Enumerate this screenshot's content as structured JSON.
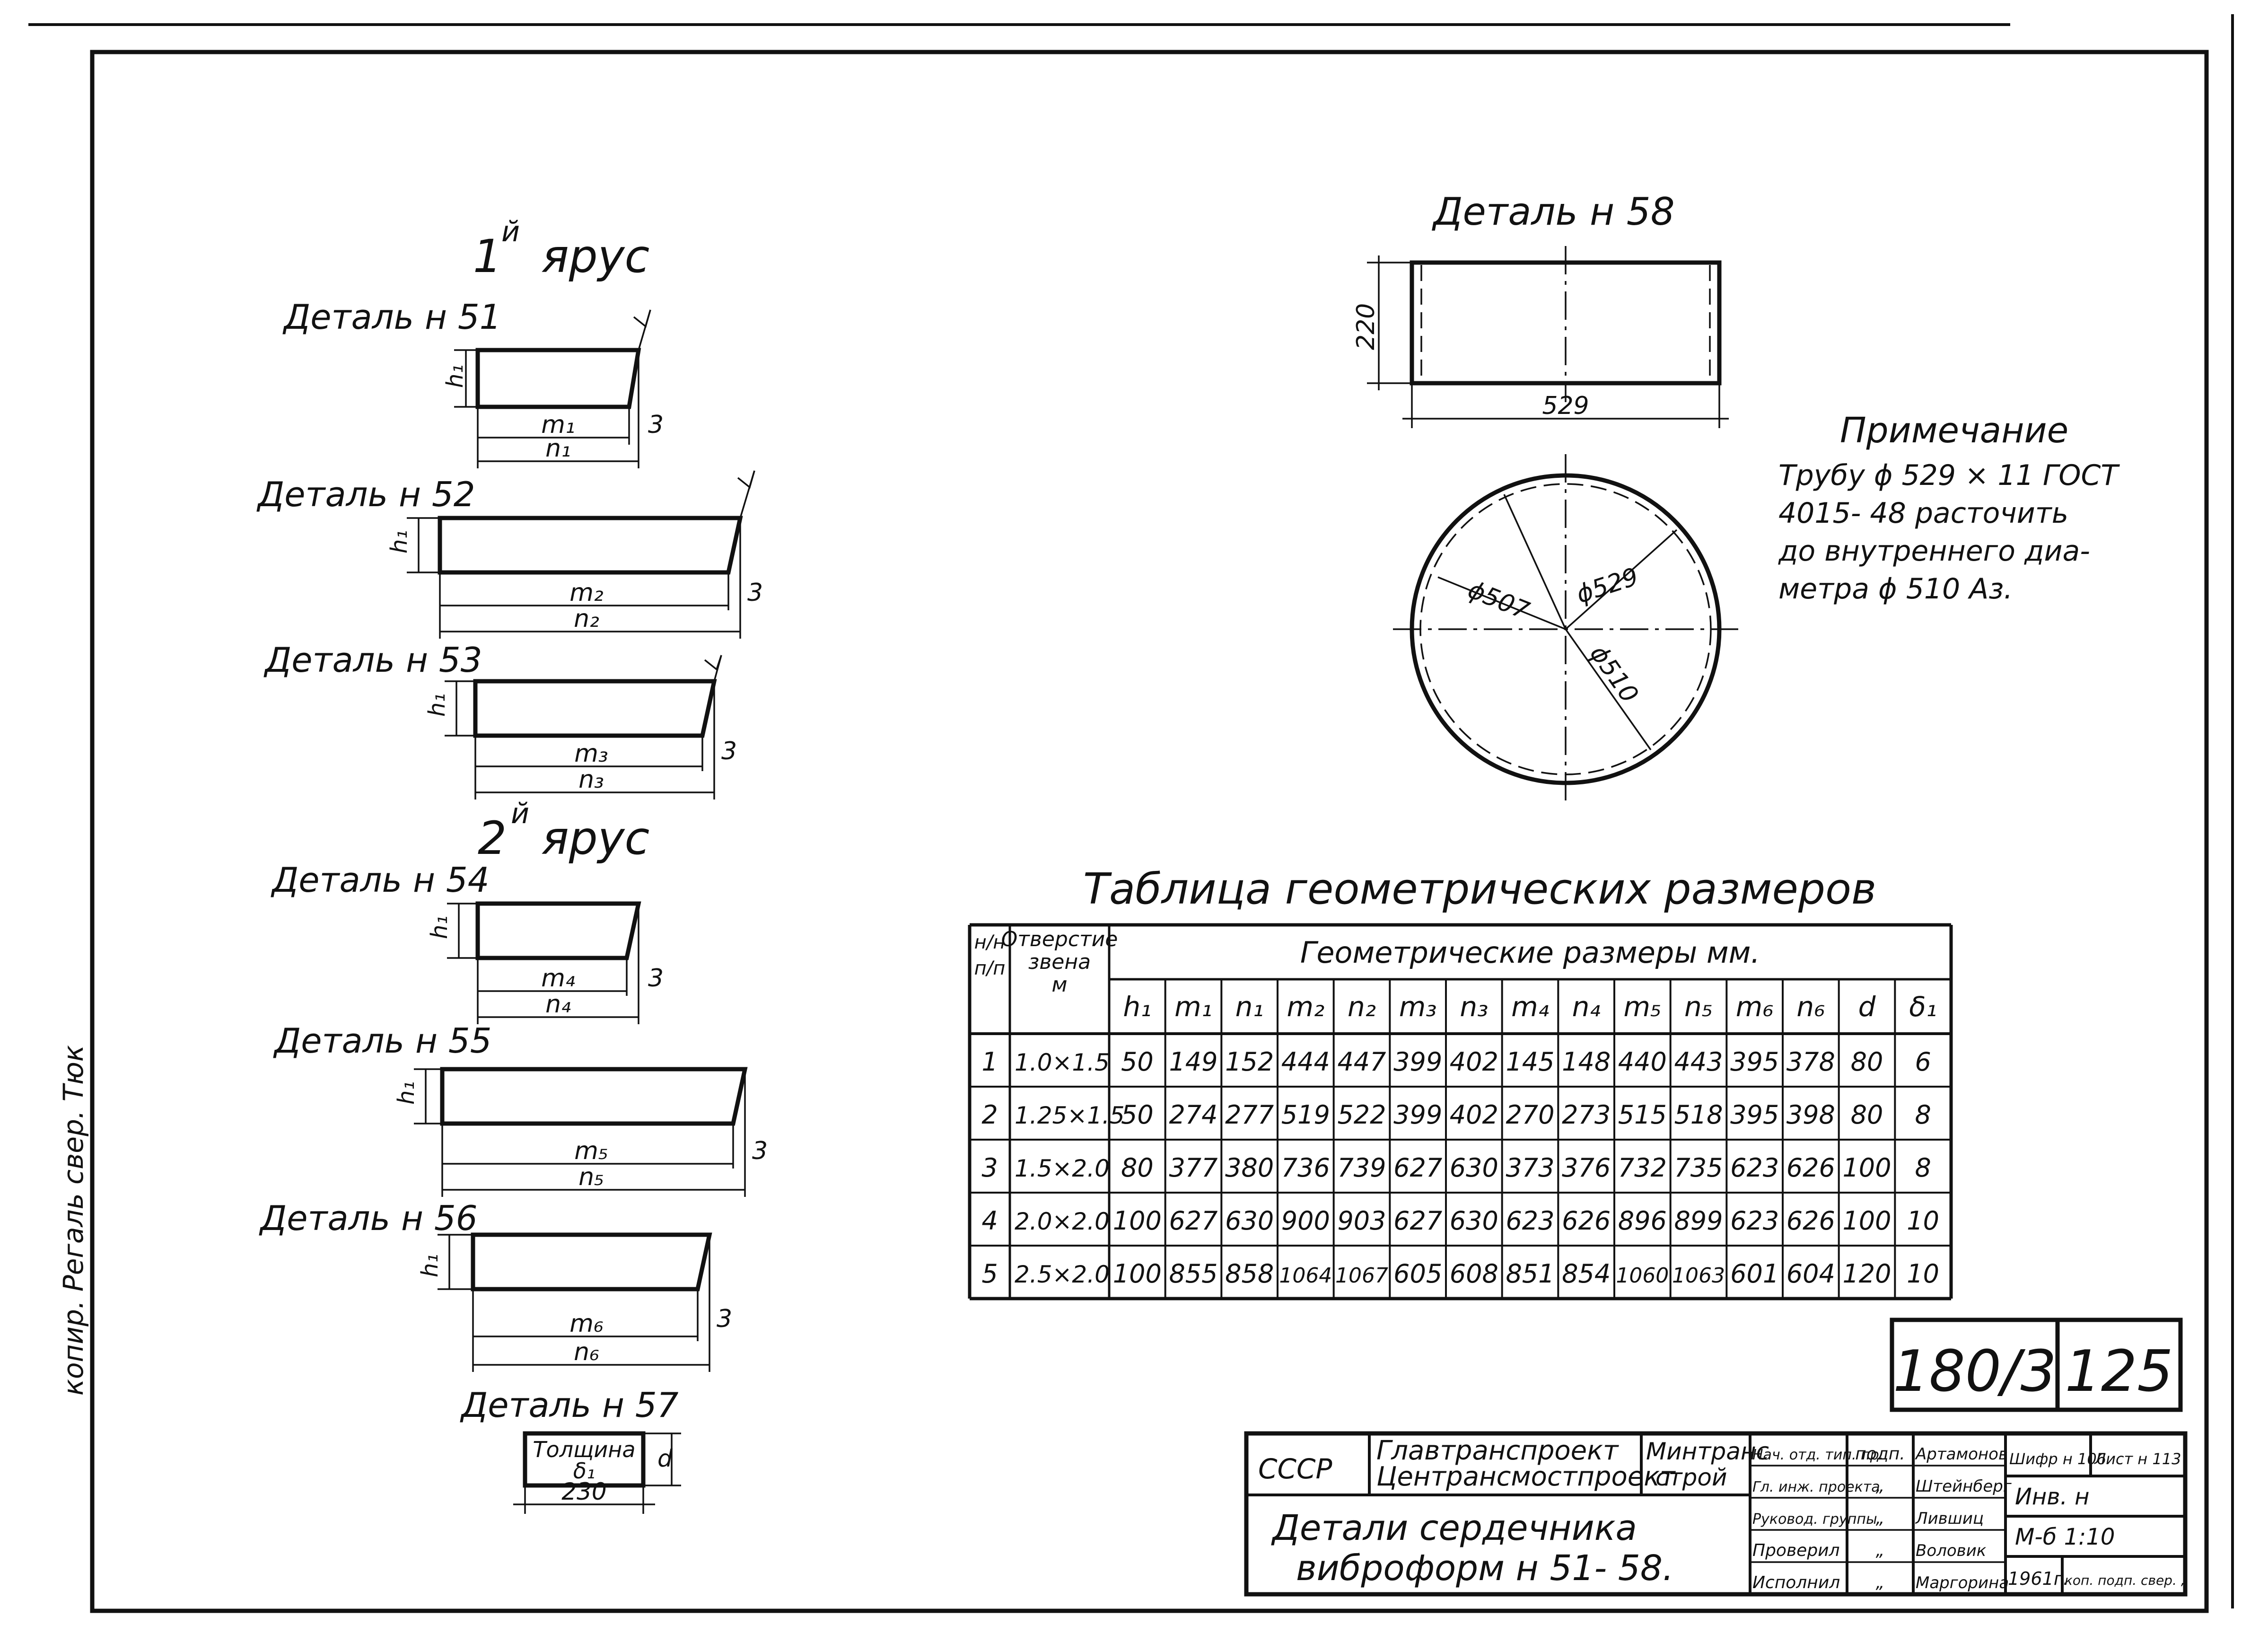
{
  "tiers": {
    "tier1": "1",
    "tier1_sup": "й",
    "tier1_word": "ярус",
    "tier2": "2",
    "tier2_sup": "й",
    "tier2_word": "ярус"
  },
  "details_left": [
    {
      "title": "Деталь  н  51",
      "h": "h₁",
      "m": "m₁",
      "n": "n₁",
      "three": "3"
    },
    {
      "title": "Деталь  н  52",
      "h": "h₁",
      "m": "m₂",
      "n": "n₂",
      "three": "3"
    },
    {
      "title": "Деталь  н  53",
      "h": "h₁",
      "m": "m₃",
      "n": "n₃",
      "three": "3"
    },
    {
      "title": "Деталь  н  54",
      "h": "h₁",
      "m": "m₄",
      "n": "n₄",
      "three": "3"
    },
    {
      "title": "Деталь  н  55",
      "h": "h₁",
      "m": "m₅",
      "n": "n₅",
      "three": "3"
    },
    {
      "title": "Деталь н  56",
      "h": "h₁",
      "m": "m₆",
      "n": "n₆",
      "three": "3"
    }
  ],
  "detail57": {
    "title": "Деталь  н  57",
    "box_line1": "Толщина",
    "box_line2": "δ₁",
    "width": "230",
    "side": "d"
  },
  "detail58": {
    "title": "Деталь  н  58",
    "height": "220",
    "width": "529",
    "d507": "ϕ507",
    "d529": "ϕ529",
    "d510": "ϕ510"
  },
  "note": {
    "title": "Примечание",
    "lines": [
      "Трубу   ϕ 529 × 11  ГОСТ",
      "4015- 48  расточить",
      "до  внутреннего  диа-",
      "метра   ϕ 510 Аз."
    ]
  },
  "table": {
    "title": "Таблица  геометрических  размеров",
    "col_no": "н/н\nп/п",
    "col_opening": "Отверстие\nзвена\nм",
    "group_header": "Геометрические   размеры    мм.",
    "columns": [
      "h₁",
      "m₁",
      "n₁",
      "m₂",
      "n₂",
      "m₃",
      "n₃",
      "m₄",
      "n₄",
      "m₅",
      "n₅",
      "m₆",
      "n₆",
      "d",
      "δ₁"
    ],
    "rows": [
      [
        "1",
        "1.0×1.5",
        "50",
        "149",
        "152",
        "444",
        "447",
        "399",
        "402",
        "145",
        "148",
        "440",
        "443",
        "395",
        "378",
        "80",
        "6"
      ],
      [
        "2",
        "1.25×1.5",
        "50",
        "274",
        "277",
        "519",
        "522",
        "399",
        "402",
        "270",
        "273",
        "515",
        "518",
        "395",
        "398",
        "80",
        "8"
      ],
      [
        "3",
        "1.5×2.0",
        "80",
        "377",
        "380",
        "736",
        "739",
        "627",
        "630",
        "373",
        "376",
        "732",
        "735",
        "623",
        "626",
        "100",
        "8"
      ],
      [
        "4",
        "2.0×2.0",
        "100",
        "627",
        "630",
        "900",
        "903",
        "627",
        "630",
        "623",
        "626",
        "896",
        "899",
        "623",
        "626",
        "100",
        "10"
      ],
      [
        "5",
        "2.5×2.0",
        "100",
        "855",
        "858",
        "1064",
        "1067",
        "605",
        "608",
        "851",
        "854",
        "1060",
        "1063",
        "601",
        "604",
        "120",
        "10"
      ]
    ]
  },
  "stamp_number": {
    "left": "180/3",
    "right": "125"
  },
  "title_block": {
    "country": "СССР",
    "org_line1": "Главтранспроект",
    "org_line2": "Центрансмостпроект",
    "ministry_line1": "Минтранс",
    "ministry_line2": "строй",
    "title_line1": "Детали   сердечника",
    "title_line2": "виброформ   н  51- 58.",
    "roles": [
      {
        "role": "Нач. отд. тип. пр.",
        "sign": "подп.",
        "name": "Артамонов"
      },
      {
        "role": "Гл. инж. проекта",
        "sign": "„",
        "name": "Штейнберг"
      },
      {
        "role": "Руковод. группы",
        "sign": "„",
        "name": "Лившиц"
      },
      {
        "role": "Проверил",
        "sign": "„",
        "name": "Воловик"
      },
      {
        "role": "Исполнил",
        "sign": "„",
        "name": "Маргорина"
      }
    ],
    "cipher": "Шифр н 106",
    "sheet": "Лист н 113",
    "inv": "Инв. н",
    "scale": "М-б  1:10",
    "year": "1961г.",
    "copy_check": "коп. подп. свер.  „"
  },
  "margin_note": "копир.  Регаль   свер.  Тюк"
}
